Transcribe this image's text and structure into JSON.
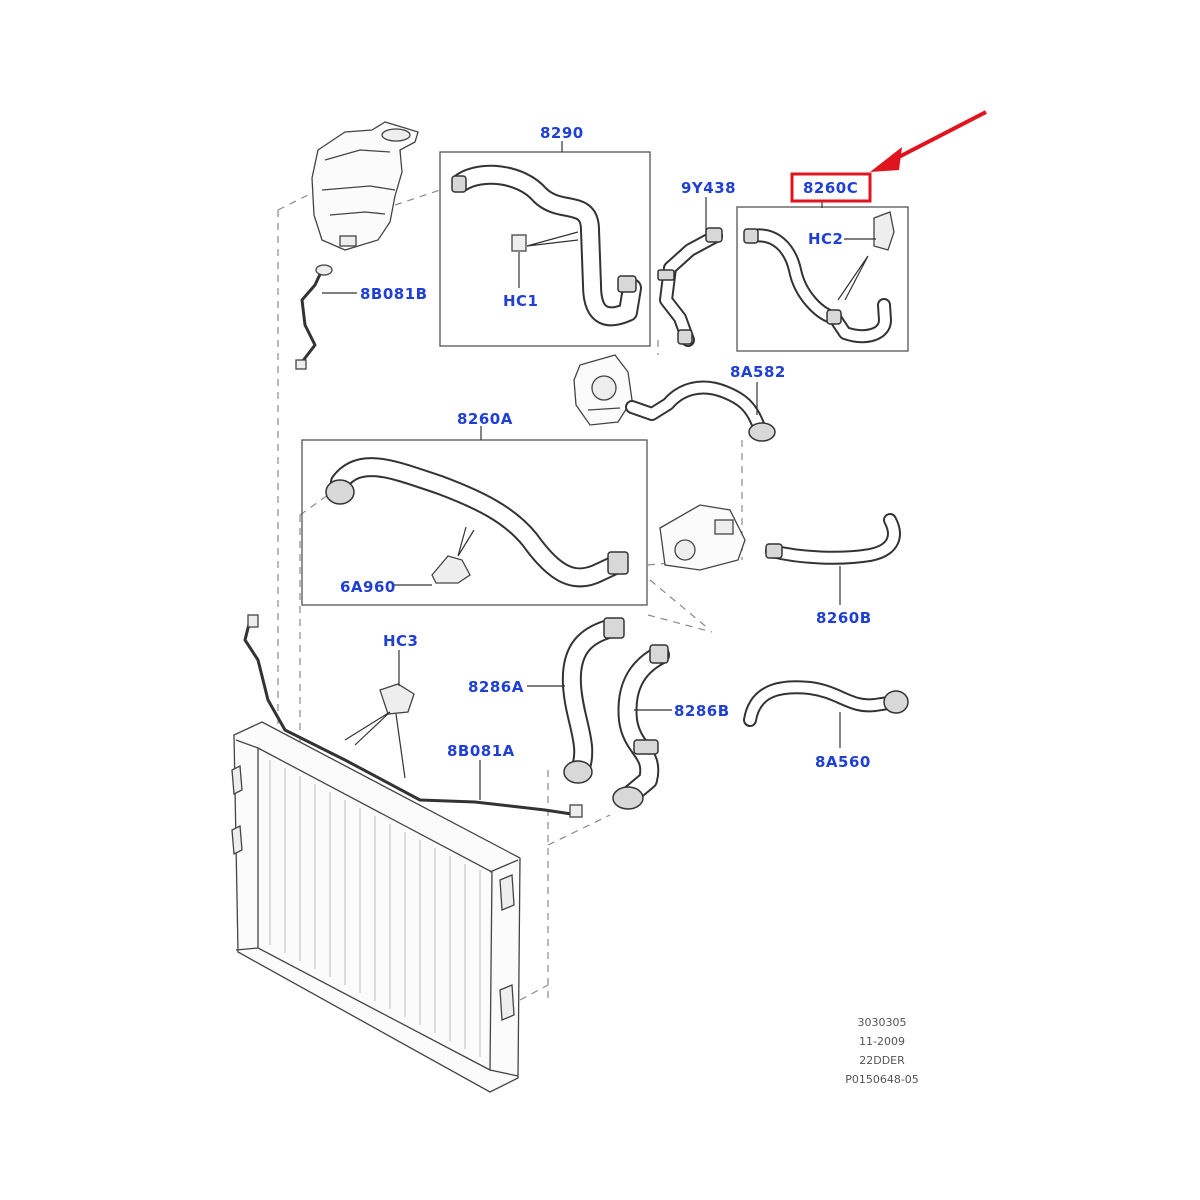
{
  "labels": {
    "p8290": "8290",
    "p9Y438": "9Y438",
    "p8260C": "8260C",
    "pHC2": "HC2",
    "pHC1": "HC1",
    "p8B081B": "8B081B",
    "p8A582": "8A582",
    "p8260A": "8260A",
    "p6A960": "6A960",
    "p8260B": "8260B",
    "pHC3": "HC3",
    "p8286A": "8286A",
    "p8286B": "8286B",
    "p8B081A": "8B081A",
    "p8A560": "8A560"
  },
  "reference": {
    "line1": "3030305",
    "line2": "11-2009",
    "line3": "22DDER",
    "line4": "P0150648-05"
  },
  "colors": {
    "label": "#1f3fd6",
    "highlight": "#e0141e"
  },
  "highlighted_part": "8260C"
}
